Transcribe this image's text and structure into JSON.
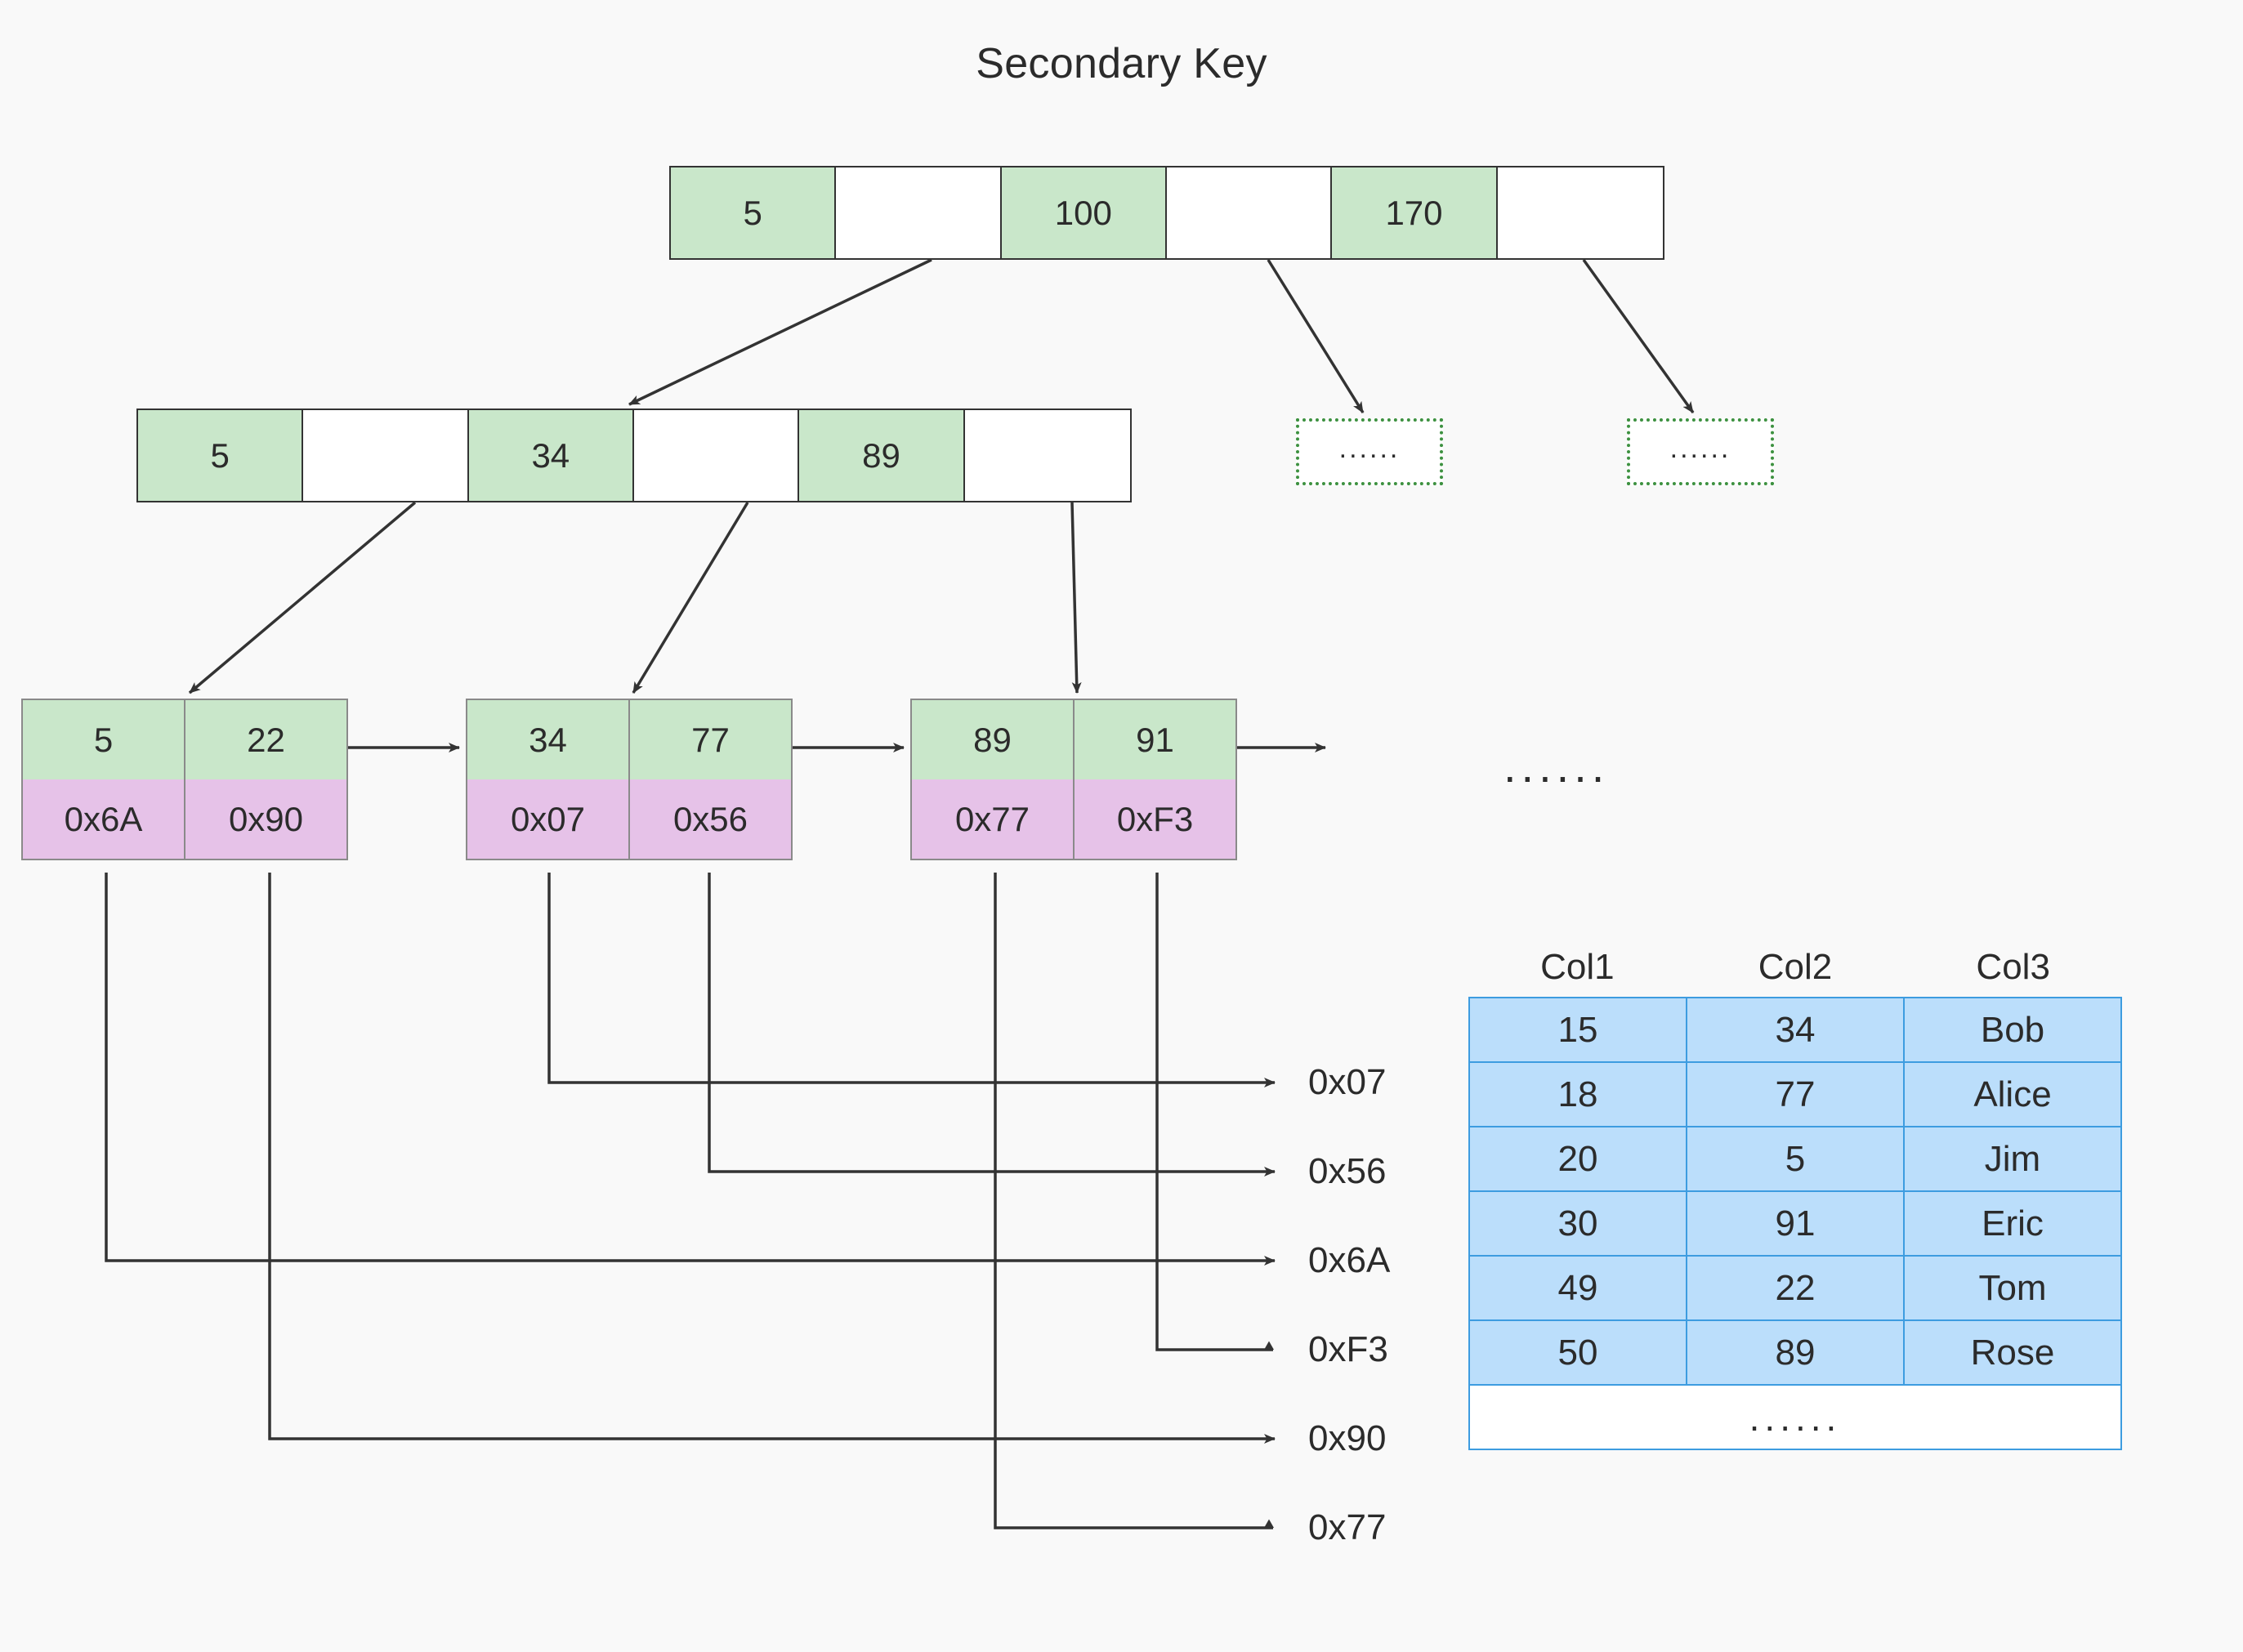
{
  "title": "Secondary Key",
  "colors": {
    "key_green": "#c9e7ca",
    "pointer_purple": "#e6c2e8",
    "table_blue": "#bbdefb",
    "table_border_blue": "#3d9ce0",
    "dotted_green": "#3d9140",
    "line": "#333333",
    "background": "#f9f9f9"
  },
  "ellipsis": "......",
  "root_node": {
    "cells": [
      {
        "type": "key",
        "label": "5"
      },
      {
        "type": "pointer",
        "label": ""
      },
      {
        "type": "key",
        "label": "100"
      },
      {
        "type": "pointer",
        "label": ""
      },
      {
        "type": "key",
        "label": "170"
      },
      {
        "type": "pointer",
        "label": ""
      }
    ]
  },
  "internal_node": {
    "cells": [
      {
        "type": "key",
        "label": "5"
      },
      {
        "type": "pointer",
        "label": ""
      },
      {
        "type": "key",
        "label": "34"
      },
      {
        "type": "pointer",
        "label": ""
      },
      {
        "type": "key",
        "label": "89"
      },
      {
        "type": "pointer",
        "label": ""
      }
    ]
  },
  "leaves": [
    {
      "keys": [
        "5",
        "22"
      ],
      "pointers": [
        "0x6A",
        "0x90"
      ]
    },
    {
      "keys": [
        "34",
        "77"
      ],
      "pointers": [
        "0x07",
        "0x56"
      ]
    },
    {
      "keys": [
        "89",
        "91"
      ],
      "pointers": [
        "0x77",
        "0xF3"
      ]
    }
  ],
  "placeholder_boxes": [
    {
      "label": "......"
    },
    {
      "label": "......"
    }
  ],
  "pointer_labels": [
    {
      "label": "0x07"
    },
    {
      "label": "0x56"
    },
    {
      "label": "0x6A"
    },
    {
      "label": "0xF3"
    },
    {
      "label": "0x90"
    },
    {
      "label": "0x77"
    }
  ],
  "table": {
    "headers": [
      "Col1",
      "Col2",
      "Col3"
    ],
    "rows": [
      [
        "15",
        "34",
        "Bob"
      ],
      [
        "18",
        "77",
        "Alice"
      ],
      [
        "20",
        "5",
        "Jim"
      ],
      [
        "30",
        "91",
        "Eric"
      ],
      [
        "49",
        "22",
        "Tom"
      ],
      [
        "50",
        "89",
        "Rose"
      ]
    ],
    "more_row": "......"
  }
}
